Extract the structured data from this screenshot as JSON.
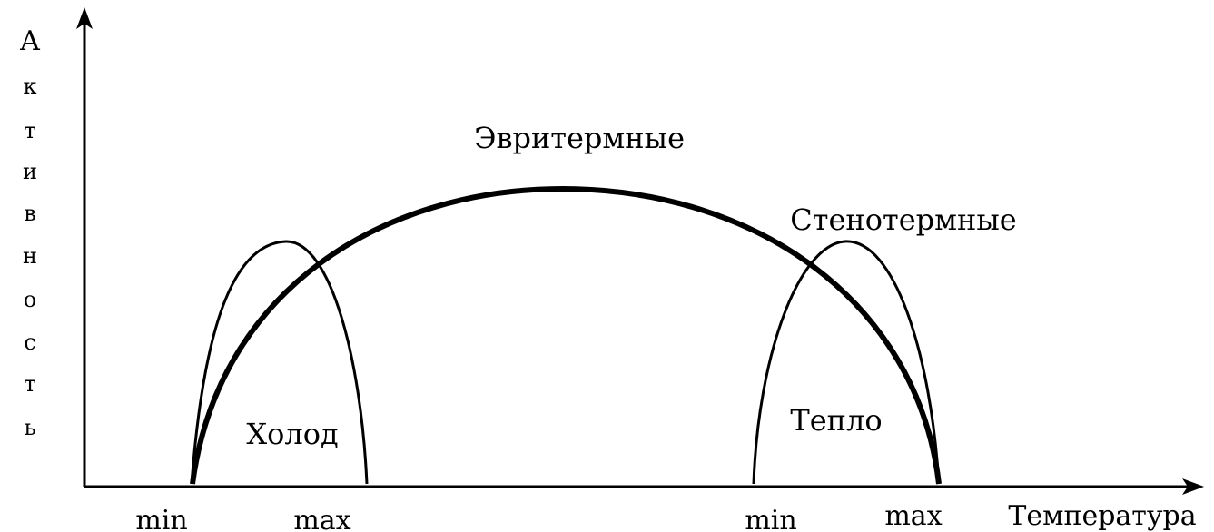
{
  "axes": {
    "y_label_letters": [
      "А",
      "к",
      "т",
      "и",
      "в",
      "н",
      "о",
      "с",
      "т",
      "ь"
    ],
    "x_label": "Температура"
  },
  "curves": {
    "eurythermal": "Эвритермные",
    "stenothermal": "Стенотермные",
    "cold": "Холод",
    "warm": "Тепло"
  },
  "ticks": {
    "cold_min": "min",
    "cold_max": "max",
    "warm_min": "min",
    "warm_max": "max"
  },
  "colors": {
    "line": "#000000",
    "background": "#ffffff"
  }
}
